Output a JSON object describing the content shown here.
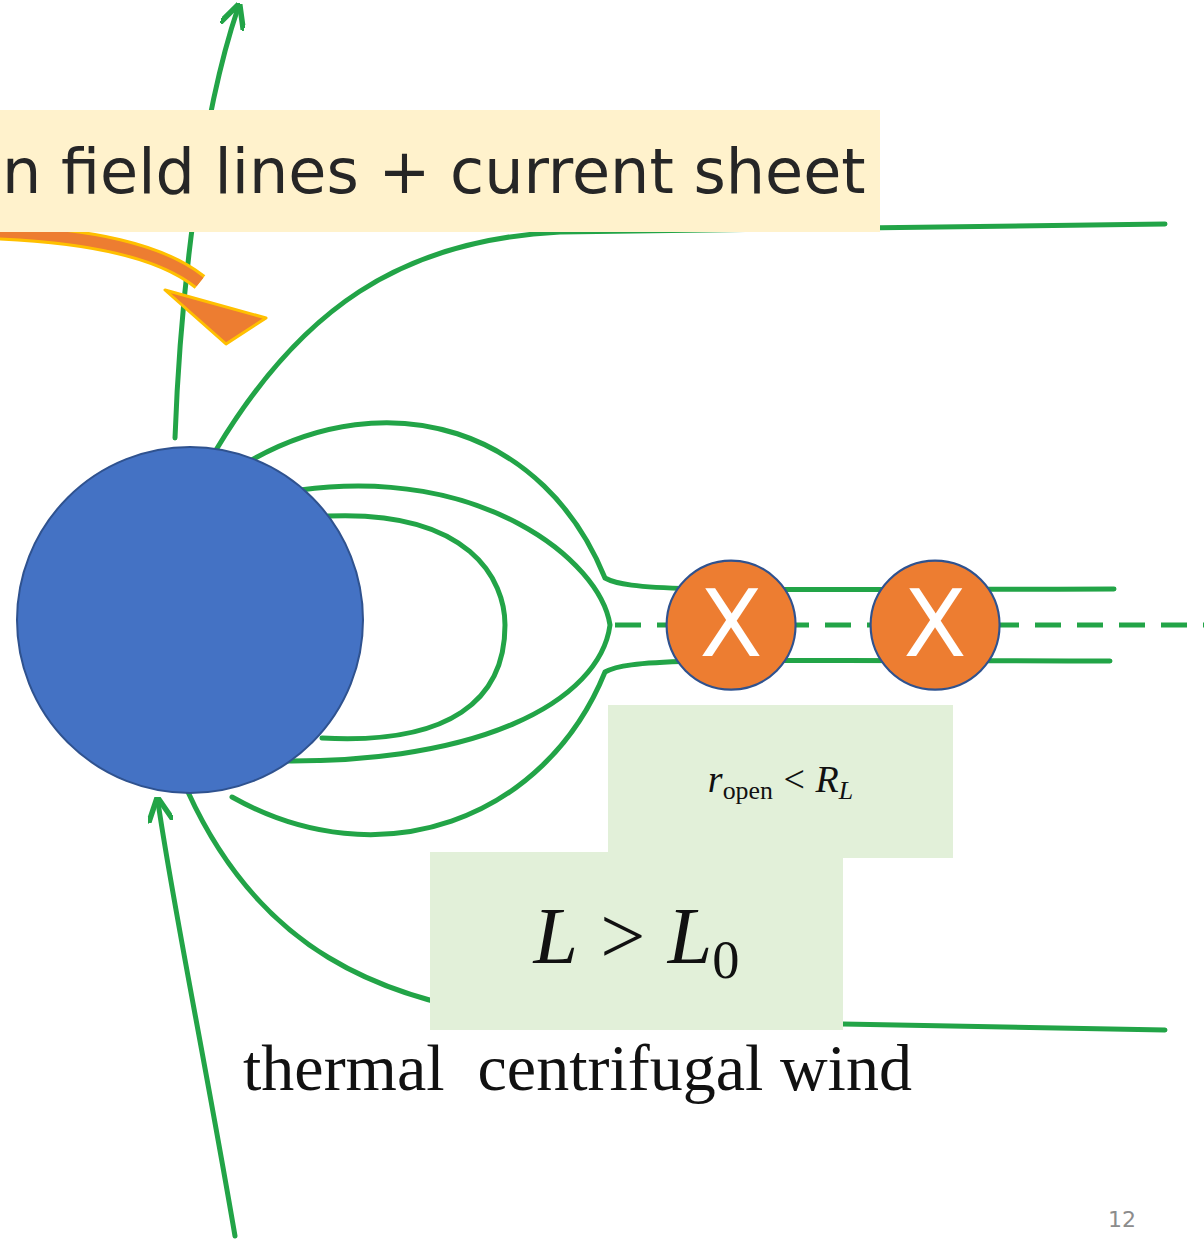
{
  "diagram": {
    "nodes": [
      {
        "text": [
          "n field lines + current sheet"
        ]
      },
      {
        "text": [
          "X"
        ]
      },
      {
        "text": [
          "X"
        ]
      },
      {
        "text": [
          "r",
          "open",
          "<",
          "R",
          "L"
        ]
      },
      {
        "text": [
          "L",
          ">",
          "L",
          "0"
        ]
      }
    ],
    "labels": [
      "thermal  centrifugal wind",
      "12"
    ]
  }
}
